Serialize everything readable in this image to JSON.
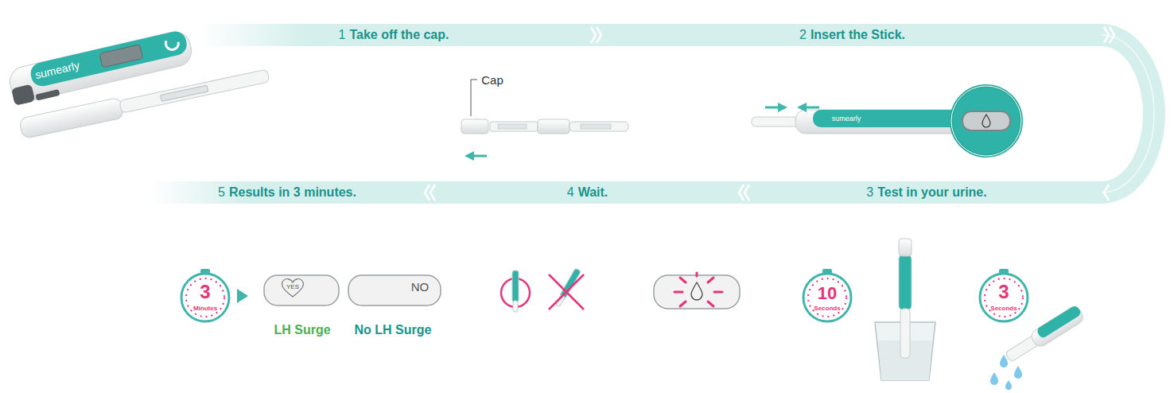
{
  "diagram": {
    "nodes": [
      {
        "text": [
          "1",
          "Take off the cap."
        ]
      },
      {
        "text": [
          "2",
          "Insert the Stick."
        ]
      },
      {
        "text": [
          "3",
          "Test in your urine."
        ]
      },
      {
        "text": [
          "4",
          "Wait."
        ]
      },
      {
        "text": [
          "5",
          "Results in 3 minutes."
        ]
      }
    ],
    "edges": [
      {
        "from": 0,
        "to": 1,
        "arrow": "to"
      },
      {
        "from": 1,
        "to": 2,
        "arrow": "to"
      },
      {
        "from": 2,
        "to": 3,
        "arrow": "to"
      },
      {
        "from": 3,
        "to": 4,
        "arrow": "to"
      }
    ],
    "labels": [
      "sumearly",
      "Cap",
      "sumearly",
      "10",
      "Seconds",
      "3",
      "Seconds",
      "3",
      "Minutes",
      "YES",
      "NO",
      "LH Surge",
      "No LH Surge"
    ]
  }
}
